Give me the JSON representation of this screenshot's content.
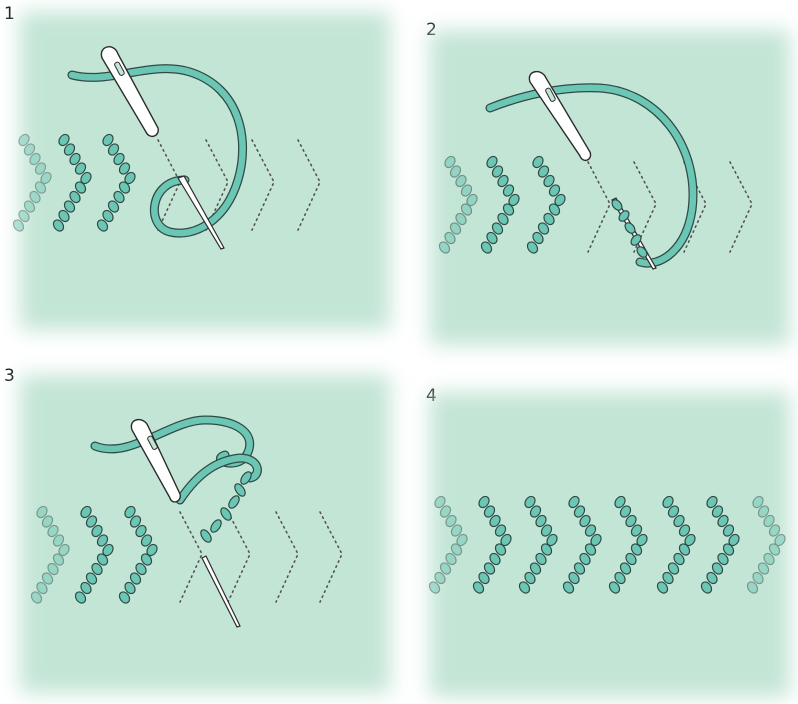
{
  "steps": [
    {
      "number": "1"
    },
    {
      "number": "2"
    },
    {
      "number": "3"
    },
    {
      "number": "4"
    }
  ],
  "colors": {
    "panel_background": "#bfe3d3",
    "thread": "#6cc6b4",
    "thread_outline": "#2f4a45",
    "needle": "#ffffff",
    "needle_outline": "#2b2b2b",
    "stitch_guide": "#555555"
  },
  "icons": [
    "needle-icon",
    "thread-icon",
    "bead-chain-icon",
    "stitch-guide-icon"
  ]
}
